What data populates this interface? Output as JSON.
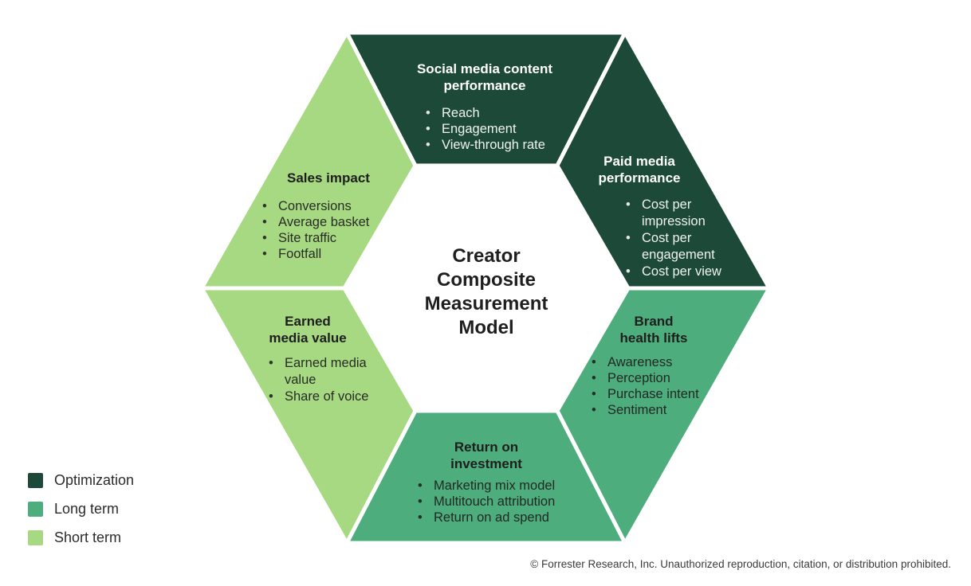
{
  "center": {
    "title": "Creator\nComposite\nMeasurement\nModel"
  },
  "colors": {
    "optimization_dark_green": "#1d4938",
    "long_term_green": "#4ead7d",
    "short_term_light_green": "#a6d981",
    "divider_white": "#ffffff"
  },
  "segments": [
    {
      "id": "social-media-content-performance",
      "title": "Social media content\nperformance",
      "color": "#1d4938",
      "text_color": "#ffffff",
      "items": [
        "Reach",
        "Engagement",
        "View-through rate"
      ]
    },
    {
      "id": "paid-media-performance",
      "title": "Paid media\nperformance",
      "color": "#1d4938",
      "text_color": "#ffffff",
      "items": [
        "Cost per\nimpression",
        "Cost per\nengagement",
        "Cost per view"
      ]
    },
    {
      "id": "brand-health-lifts",
      "title": "Brand\nhealth lifts",
      "color": "#4ead7d",
      "text_color": "#1e1e1e",
      "items": [
        "Awareness",
        "Perception",
        "Purchase intent",
        "Sentiment"
      ]
    },
    {
      "id": "return-on-investment",
      "title": "Return on\ninvestment",
      "color": "#4ead7d",
      "text_color": "#1e1e1e",
      "items": [
        "Marketing mix model",
        "Multitouch attribution",
        "Return on ad spend"
      ]
    },
    {
      "id": "earned-media-value",
      "title": "Earned\nmedia value",
      "color": "#a6d981",
      "text_color": "#1e1e1e",
      "items": [
        "Earned media\nvalue",
        "Share of voice"
      ]
    },
    {
      "id": "sales-impact",
      "title": "Sales impact",
      "color": "#a6d981",
      "text_color": "#1e1e1e",
      "items": [
        "Conversions",
        "Average basket",
        "Site traffic",
        "Footfall"
      ]
    }
  ],
  "legend": [
    {
      "label": "Optimization",
      "color": "#1d4938"
    },
    {
      "label": "Long term",
      "color": "#4ead7d"
    },
    {
      "label": "Short term",
      "color": "#a6d981"
    }
  ],
  "footer": {
    "copyright": "© Forrester Research, Inc. Unauthorized reproduction, citation, or distribution prohibited."
  }
}
